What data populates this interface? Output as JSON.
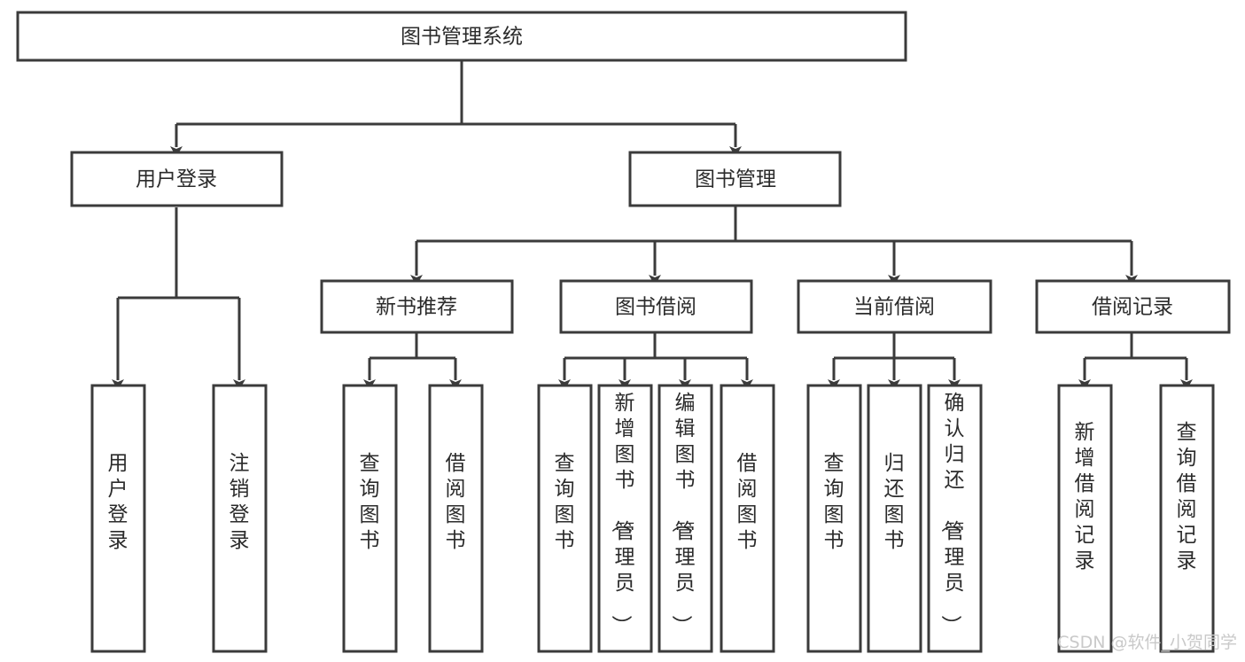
{
  "diagram": {
    "type": "tree",
    "title": "图书管理系统",
    "root": {
      "id": "root",
      "label": "图书管理系统",
      "orientation": "horizontal"
    },
    "level2": [
      {
        "id": "user-login",
        "label": "用户登录",
        "orientation": "horizontal"
      },
      {
        "id": "book-manage",
        "label": "图书管理",
        "orientation": "horizontal"
      }
    ],
    "level3": [
      {
        "id": "new-book-rec",
        "label": "新书推荐",
        "orientation": "horizontal",
        "parent": "book-manage"
      },
      {
        "id": "book-borrow",
        "label": "图书借阅",
        "orientation": "horizontal",
        "parent": "book-manage"
      },
      {
        "id": "current-borrow",
        "label": "当前借阅",
        "orientation": "horizontal",
        "parent": "book-manage"
      },
      {
        "id": "borrow-record",
        "label": "借阅记录",
        "orientation": "horizontal",
        "parent": "book-manage"
      }
    ],
    "leaves": [
      {
        "id": "leaf-user-login",
        "label": "用户登录",
        "orientation": "vertical",
        "parent": "user-login"
      },
      {
        "id": "leaf-user-logout",
        "label": "注销登录",
        "orientation": "vertical",
        "parent": "user-login"
      },
      {
        "id": "leaf-query-book-1",
        "label": "查询图书",
        "orientation": "vertical",
        "parent": "new-book-rec"
      },
      {
        "id": "leaf-borrow-book-1",
        "label": "借阅图书",
        "orientation": "vertical",
        "parent": "new-book-rec"
      },
      {
        "id": "leaf-query-book-2",
        "label": "查询图书",
        "orientation": "vertical",
        "parent": "book-borrow"
      },
      {
        "id": "leaf-add-book",
        "label": "新增图书（管理员）",
        "orientation": "vertical",
        "parent": "book-borrow"
      },
      {
        "id": "leaf-edit-book",
        "label": "编辑图书（管理员）",
        "orientation": "vertical",
        "parent": "book-borrow"
      },
      {
        "id": "leaf-borrow-book-2",
        "label": "借阅图书",
        "orientation": "vertical",
        "parent": "book-borrow"
      },
      {
        "id": "leaf-query-book-3",
        "label": "查询图书",
        "orientation": "vertical",
        "parent": "current-borrow"
      },
      {
        "id": "leaf-return-book",
        "label": "归还图书",
        "orientation": "vertical",
        "parent": "current-borrow"
      },
      {
        "id": "leaf-confirm-return",
        "label": "确认归还（管理员）",
        "orientation": "vertical",
        "parent": "current-borrow"
      },
      {
        "id": "leaf-add-record",
        "label": "新增借阅记录",
        "orientation": "vertical",
        "parent": "borrow-record"
      },
      {
        "id": "leaf-query-record",
        "label": "查询借阅记录",
        "orientation": "vertical",
        "parent": "borrow-record"
      }
    ]
  },
  "watermark": {
    "text": "CSDN @软件_小贺同学"
  },
  "colors": {
    "box_stroke": "#3b3b3b",
    "box_fill": "#ffffff",
    "text": "#2b2b2b",
    "background": "#ffffff",
    "watermark": "#c9c9c9"
  }
}
